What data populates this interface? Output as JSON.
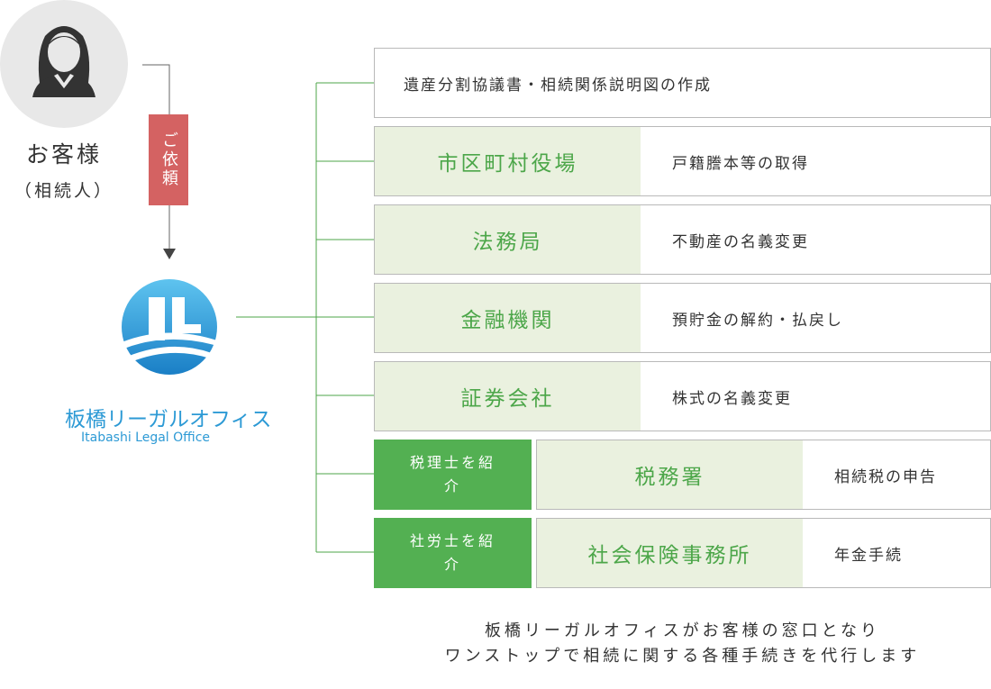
{
  "client": {
    "label": "お客様",
    "sub": "（相続人）"
  },
  "request": {
    "label": "ご依頼"
  },
  "office": {
    "name_jp": "板橋リーガルオフィス",
    "name_en": "Itabashi Legal Office"
  },
  "services": [
    {
      "task": "遺産分割協議書・相続関係説明図の作成"
    },
    {
      "institution": "市区町村役場",
      "task": "戸籍謄本等の取得"
    },
    {
      "institution": "法務局",
      "task": "不動産の名義変更"
    },
    {
      "institution": "金融機関",
      "task": "預貯金の解約・払戻し"
    },
    {
      "institution": "証券会社",
      "task": "株式の名義変更"
    },
    {
      "referral": "税理士を紹介",
      "institution": "税務署",
      "task": "相続税の申告"
    },
    {
      "referral": "社労士を紹介",
      "institution": "社会保険事務所",
      "task": "年金手続"
    }
  ],
  "footer": {
    "line1": "板橋リーガルオフィスがお客様の窓口となり",
    "line2": "ワンストップで相続に関する各種手続きを代行します"
  },
  "colors": {
    "accent_green": "#53b052",
    "institution_bg": "#eaf1df",
    "request_red": "#d46262",
    "brand_blue": "#2d9ad5"
  }
}
